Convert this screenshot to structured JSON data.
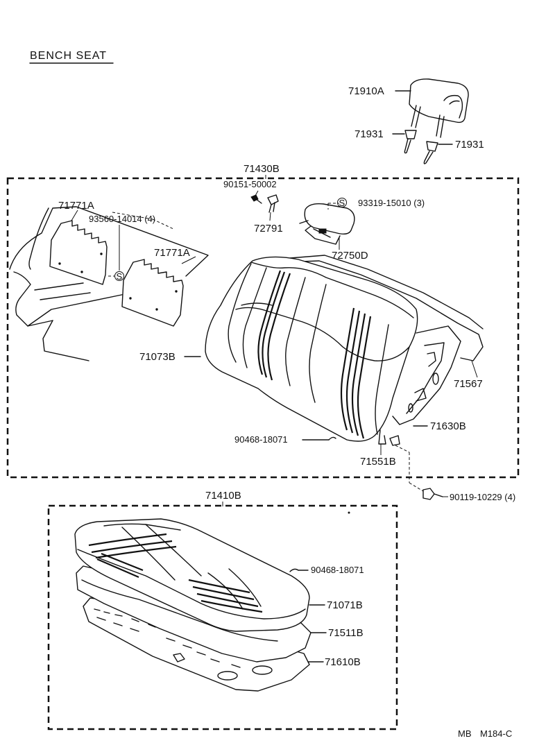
{
  "title": "BENCH SEAT",
  "footer": {
    "code_left": "MB",
    "code_right": "M184-C"
  },
  "parts": {
    "headrest": "71910A",
    "headrest_support_left": "71931",
    "headrest_support_right": "71931",
    "back_assembly": "71430B",
    "screw": "90151-50002",
    "bolt": "72791",
    "lock_screw": "93319-15010 (3)",
    "lock_knob": "72750D",
    "back_board_left": "71771A",
    "back_board_right": "71771A",
    "board_screw": "93560-14014 (4)",
    "back_cover": "71073B",
    "back_pad": "71567",
    "back_frame": "71630B",
    "back_clip": "90468-18071",
    "back_spring": "71551B",
    "hinge_bolt": "90119-10229 (4)",
    "cushion_assembly": "71410B",
    "cushion_clip": "90468-18071",
    "cushion_cover": "71071B",
    "cushion_pad": "71511B",
    "cushion_frame": "71610B"
  },
  "symbols": {
    "standard_part": "S"
  }
}
